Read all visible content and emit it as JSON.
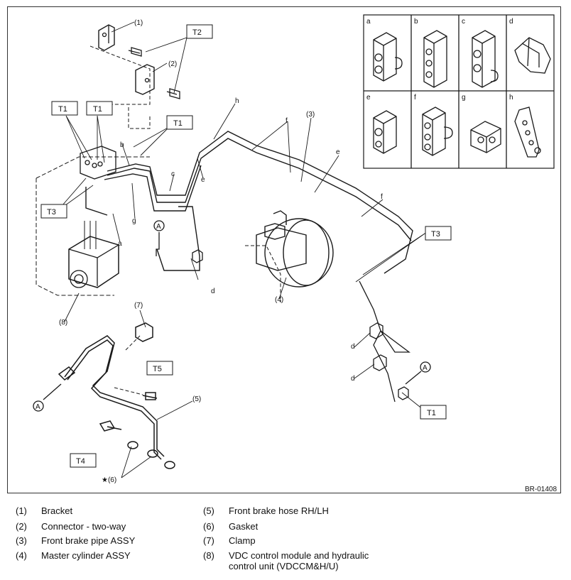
{
  "figure_id": "BR-01408",
  "torque_tags": [
    "T1",
    "T2",
    "T3",
    "T4",
    "T5"
  ],
  "part_callouts": [
    "(1)",
    "(2)",
    "(3)",
    "(4)",
    "(5)",
    "(6)",
    "(7)",
    "(8)"
  ],
  "gasket_marker": "★(6)",
  "clip_letters": [
    "a",
    "b",
    "c",
    "d",
    "e",
    "f",
    "g",
    "h"
  ],
  "connector_label": "A",
  "legend": [
    {
      "num": "(1)",
      "text": "Bracket"
    },
    {
      "num": "(2)",
      "text": "Connector - two-way"
    },
    {
      "num": "(3)",
      "text": "Front brake pipe ASSY"
    },
    {
      "num": "(4)",
      "text": "Master cylinder ASSY"
    },
    {
      "num": "(5)",
      "text": "Front brake hose RH/LH"
    },
    {
      "num": "(6)",
      "text": "Gasket"
    },
    {
      "num": "(7)",
      "text": "Clamp"
    },
    {
      "num": "(8)",
      "text": "VDC control module and hydraulic control unit (VDCCM&H/U)"
    }
  ],
  "colors": {
    "line": "#1a1a1a",
    "frame": "#333333",
    "background": "#ffffff"
  }
}
